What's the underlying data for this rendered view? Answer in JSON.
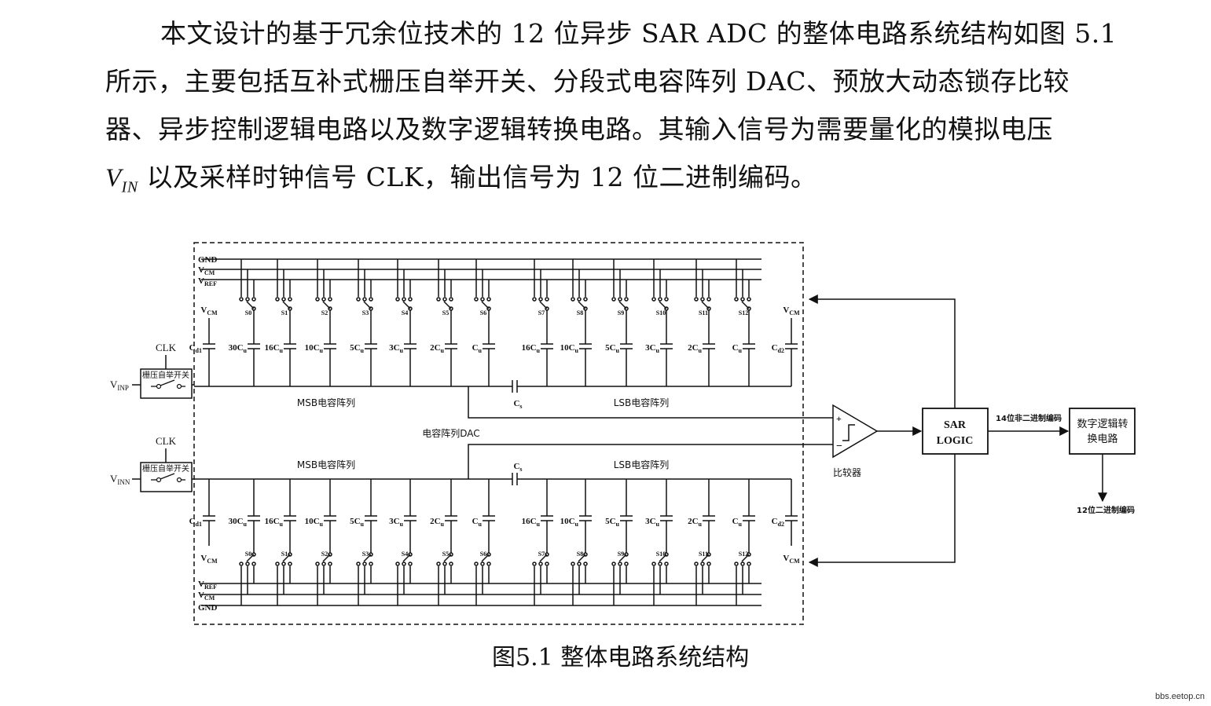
{
  "paragraph": {
    "line1": "本文设计的基于冗余位技术的 12 位异步 SAR ADC 的整体电路系统结构如图 5.1",
    "line2": "所示，主要包括互补式栅压自举开关、分段式电容阵列  DAC、预放大动态锁存比较",
    "line3": "器、异步控制逻辑电路以及数字逻辑转换电路。其输入信号为需要量化的模拟电压",
    "line4_var": "V",
    "line4_sub": "IN",
    "line4_rest": " 以及采样时钟信号 CLK，输出信号为 12 位二进制编码。"
  },
  "figure": {
    "caption": "图5.1  整体电路系统结构",
    "rails_top": [
      "GND",
      "VCM",
      "VREF"
    ],
    "rails_bottom": [
      "VREF",
      "VCM",
      "GND"
    ],
    "clk_label": "CLK",
    "bootstrap_label": "栅压自举开关",
    "vinp": "VINP",
    "vinn": "VINN",
    "vcm": "VCM",
    "msb_label": "MSB电容阵列",
    "lsb_label": "LSB电容阵列",
    "dac_label": "电容阵列DAC",
    "cs_label": "Cs",
    "comparator_label": "比较器",
    "sar_logic_line1": "SAR",
    "sar_logic_line2": "LOGIC",
    "code14_label": "14位非二进制编码",
    "converter_line1": "数字逻辑转",
    "converter_line2": "换电路",
    "output12_label": "12位二进制编码",
    "switches": [
      "S0",
      "S1",
      "S2",
      "S3",
      "S4",
      "S5",
      "S6",
      "S7",
      "S8",
      "S9",
      "S10",
      "S11",
      "S12"
    ],
    "msb_caps": [
      "Cd1",
      "30Cu",
      "16Cu",
      "10Cu",
      "5Cu",
      "3Cu",
      "2Cu",
      "Cu"
    ],
    "lsb_caps": [
      "16Cu",
      "10Cu",
      "5Cu",
      "3Cu",
      "2Cu",
      "Cu",
      "Cd2"
    ]
  },
  "watermark": "bbs.eetop.cn"
}
